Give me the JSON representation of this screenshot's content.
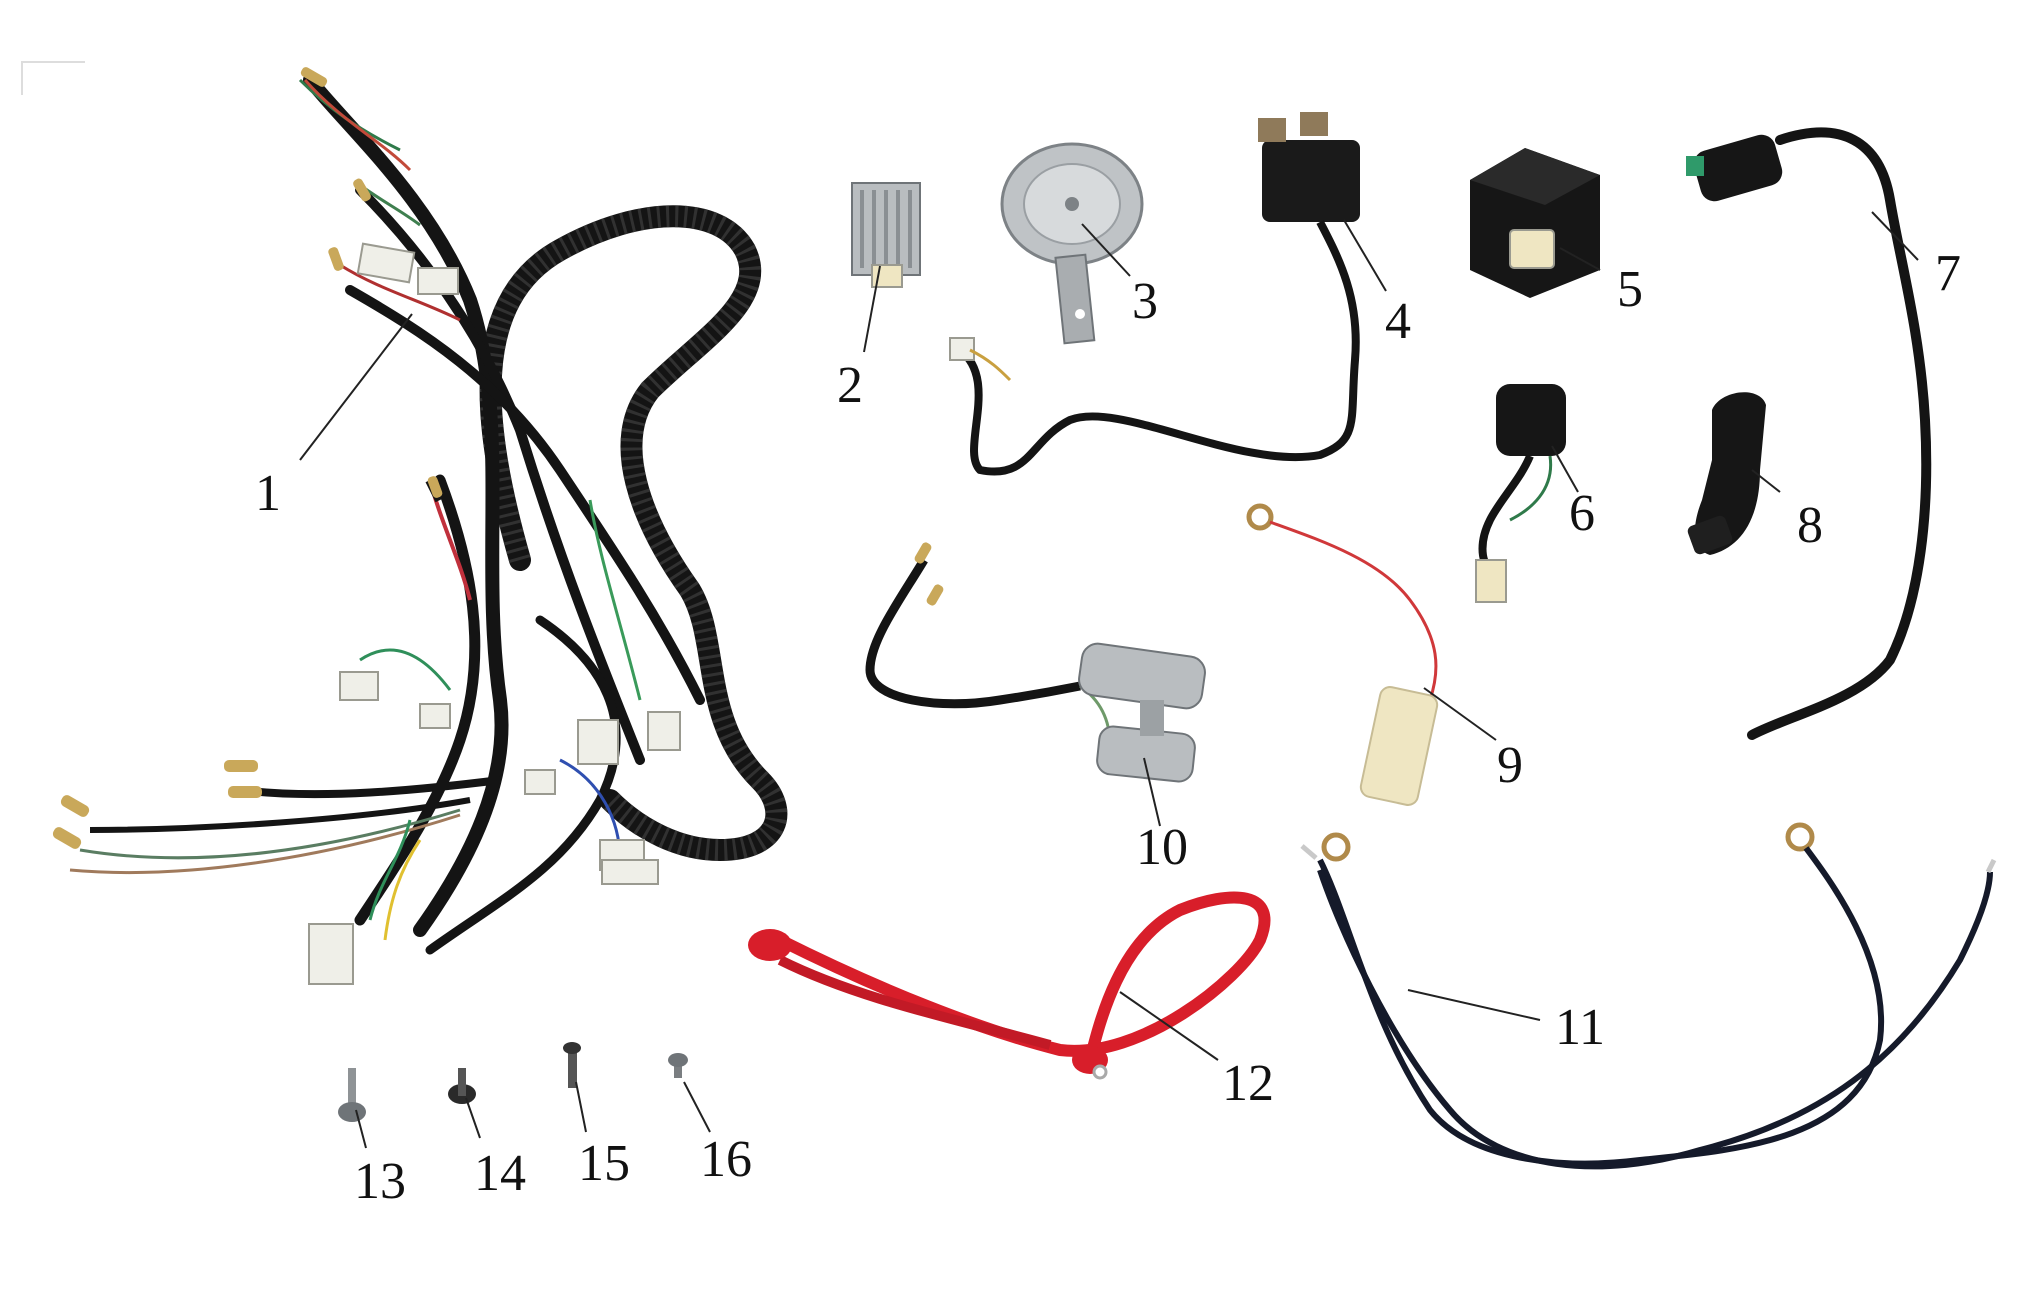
{
  "diagram": {
    "type": "exploded parts diagram",
    "colors": {
      "background": "#ffffff",
      "wire_black": "#141414",
      "wire_red": "#d81e2a",
      "connector_white": "#efefe8",
      "metal": "#b9bdc0",
      "cover_cream": "#efe6c2",
      "callout_text": "#111111"
    },
    "callouts": [
      {
        "id": "1",
        "label": "1"
      },
      {
        "id": "2",
        "label": "2"
      },
      {
        "id": "3",
        "label": "3"
      },
      {
        "id": "4",
        "label": "4"
      },
      {
        "id": "5",
        "label": "5"
      },
      {
        "id": "6",
        "label": "6"
      },
      {
        "id": "7",
        "label": "7"
      },
      {
        "id": "8",
        "label": "8"
      },
      {
        "id": "9",
        "label": "9"
      },
      {
        "id": "10",
        "label": "10"
      },
      {
        "id": "11",
        "label": "11"
      },
      {
        "id": "12",
        "label": "12"
      },
      {
        "id": "13",
        "label": "13"
      },
      {
        "id": "14",
        "label": "14"
      },
      {
        "id": "15",
        "label": "15"
      },
      {
        "id": "16",
        "label": "16"
      }
    ]
  }
}
